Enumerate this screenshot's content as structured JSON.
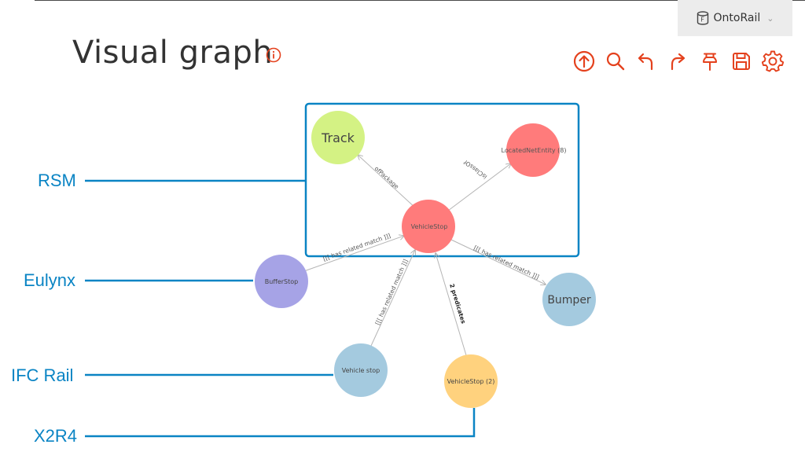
{
  "repository": {
    "name": "OntoRail",
    "icon": "repository-icon"
  },
  "page": {
    "title": "Visual graph",
    "info_icon": "info-icon"
  },
  "toolbar": [
    {
      "name": "export-graph-button",
      "icon": "upload-circle-icon"
    },
    {
      "name": "search-button",
      "icon": "search-icon"
    },
    {
      "name": "undo-button",
      "icon": "undo-icon"
    },
    {
      "name": "redo-button",
      "icon": "redo-icon"
    },
    {
      "name": "pin-button",
      "icon": "pin-icon"
    },
    {
      "name": "save-button",
      "icon": "save-icon"
    },
    {
      "name": "settings-button",
      "icon": "gear-icon"
    }
  ],
  "colors": {
    "accent": "#e4411d",
    "callout": "#0a84c4",
    "node_red": "#ff7b7b",
    "node_green": "#d4f284",
    "node_purple": "#a6a3e6",
    "node_blue": "#a4cadf",
    "node_yellow": "#ffd27e"
  },
  "graph": {
    "nodes": {
      "track": "Track",
      "located": "LocatedNetEntity (8)",
      "vehiclestop": "VehicleStop",
      "bufferstop": "BufferStop",
      "bumper": "Bumper",
      "vehicle_stop": "Vehicle stop",
      "vehiclestop2": "VehicleStop (2)"
    },
    "edges": {
      "of_package": "ofPackage",
      "is_class_of": "isClassOf",
      "match_buffer": "[[[ has related match ]]]",
      "match_bumper": "[[[ has related match ]]]",
      "match_vehicle": "[[[ has related match ]]]",
      "predicates": "2 predicates"
    }
  },
  "callouts": {
    "rsm": "RSM",
    "eulynx": "Eulynx",
    "ifc": "IFC Rail",
    "x2r4": "X2R4"
  }
}
